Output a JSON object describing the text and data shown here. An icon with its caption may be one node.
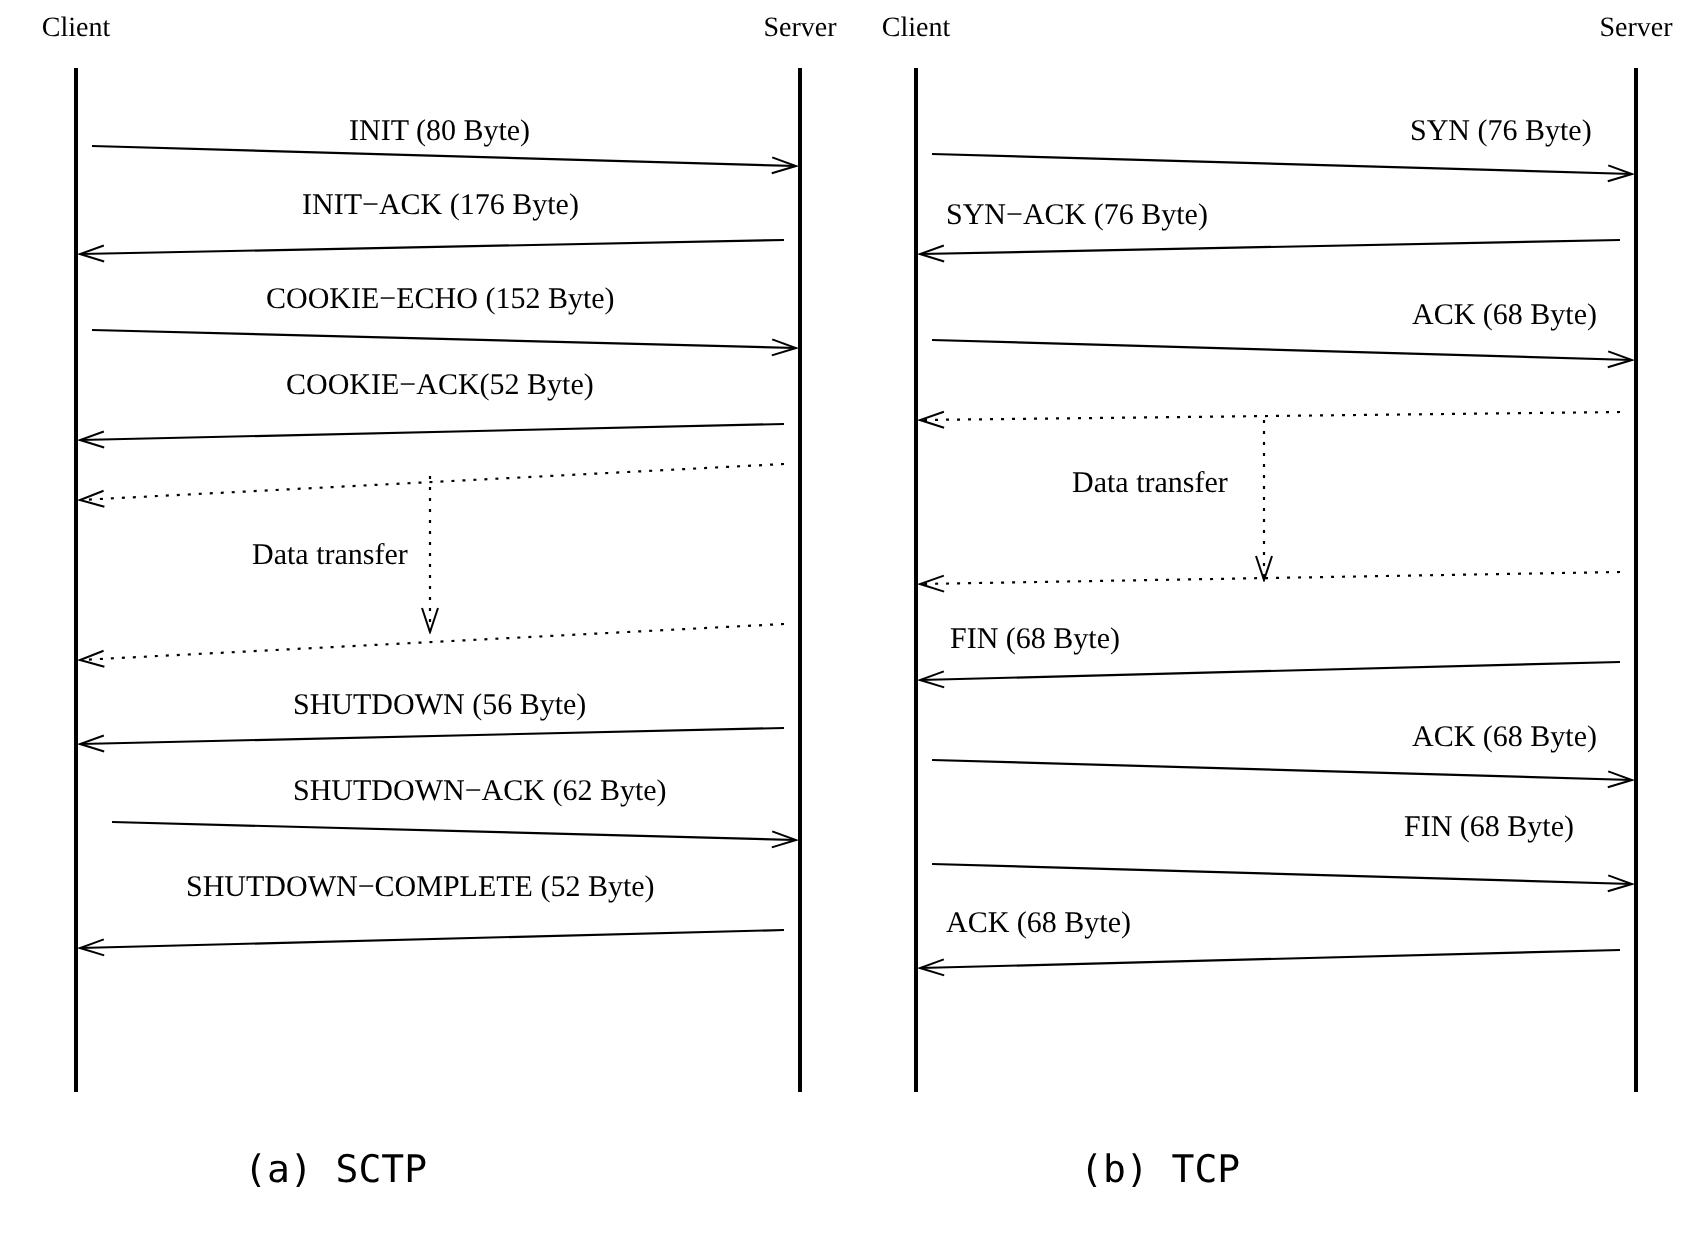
{
  "diagram": {
    "nodes": [
      {
        "text": [
          "Client"
        ]
      },
      {
        "text": [
          "Server"
        ]
      },
      {
        "text": [
          "Client"
        ]
      },
      {
        "text": [
          "Server"
        ]
      }
    ],
    "edges": [
      {
        "from": 0,
        "to": 1,
        "arrow": "to",
        "label": "INIT (80 Byte)"
      },
      {
        "from": 1,
        "to": 0,
        "arrow": "to",
        "label": "INIT−ACK (176 Byte)"
      },
      {
        "from": 0,
        "to": 1,
        "arrow": "to",
        "label": "COOKIE−ECHO (152 Byte)"
      },
      {
        "from": 1,
        "to": 0,
        "arrow": "to",
        "label": "COOKIE−ACK(52 Byte)"
      },
      {
        "from": 1,
        "to": 0,
        "arrow": "to",
        "style": "dashed"
      },
      {
        "from": 1,
        "to": 0,
        "arrow": "to",
        "style": "dashed"
      },
      {
        "from": 1,
        "to": 0,
        "arrow": "to",
        "label": "SHUTDOWN (56 Byte)"
      },
      {
        "from": 0,
        "to": 1,
        "arrow": "to",
        "label": "SHUTDOWN−ACK (62 Byte)"
      },
      {
        "from": 1,
        "to": 0,
        "arrow": "to",
        "label": "SHUTDOWN−COMPLETE (52 Byte)"
      },
      {
        "from": 2,
        "to": 3,
        "arrow": "to",
        "label": "SYN (76 Byte)"
      },
      {
        "from": 3,
        "to": 2,
        "arrow": "to",
        "label": "SYN−ACK (76 Byte)"
      },
      {
        "from": 2,
        "to": 3,
        "arrow": "to",
        "label": "ACK (68 Byte)"
      },
      {
        "from": 3,
        "to": 2,
        "arrow": "to",
        "style": "dashed"
      },
      {
        "from": 3,
        "to": 2,
        "arrow": "to",
        "style": "dashed"
      },
      {
        "from": 3,
        "to": 2,
        "arrow": "to",
        "label": "FIN (68 Byte)"
      },
      {
        "from": 2,
        "to": 3,
        "arrow": "to",
        "label": "ACK (68 Byte)"
      },
      {
        "from": 2,
        "to": 3,
        "arrow": "to",
        "label": "FIN (68 Byte)"
      },
      {
        "from": 3,
        "to": 2,
        "arrow": "to",
        "label": "ACK (68 Byte)"
      }
    ],
    "labels": [
      "Data transfer",
      "Data transfer",
      "(a) SCTP",
      "(b) TCP"
    ]
  }
}
